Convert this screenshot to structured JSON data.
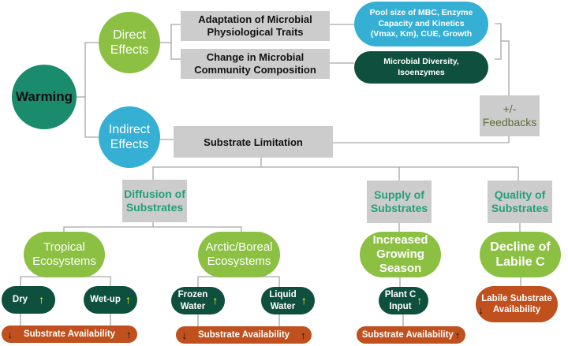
{
  "diagram": {
    "root": {
      "label": "Warming",
      "color": "#1a8b6c"
    },
    "direct_effects": {
      "label_line1": "Direct",
      "label_line2": "Effects",
      "color": "#8cc043",
      "branches": [
        {
          "label_line1": "Adaptation of Microbial",
          "label_line2": "Physiological Traits",
          "detail": {
            "line1": "Pool size of MBC, Enzyme",
            "line2": "Capacity and Kinetics",
            "line3": "(Vmax, Km), CUE, Growth",
            "color": "#35afd3"
          }
        },
        {
          "label_line1": "Change in Microbial",
          "label_line2": "Community Composition",
          "detail": {
            "line1": "Microbial Diversity,",
            "line2": "Isoenzymes",
            "color": "#0f4f3e"
          }
        }
      ]
    },
    "feedbacks": {
      "line1": "+/-",
      "line2": "Feedbacks"
    },
    "indirect_effects": {
      "label_line1": "Indirect",
      "label_line2": "Effects",
      "color": "#35afd3",
      "substrate_limitation": "Substrate Limitation",
      "categories": [
        {
          "label_line1": "Diffusion of",
          "label_line2": "Substrates",
          "ecosystems": [
            {
              "label_line1": "Tropical",
              "label_line2": "Ecosystems",
              "conditions": [
                {
                  "label": "Dry",
                  "arrow": "↑"
                },
                {
                  "label": "Wet-up",
                  "arrow": "↑"
                }
              ],
              "availability": {
                "left_arrow": "↓",
                "label": "Substrate Availability",
                "right_arrow": "↑"
              }
            },
            {
              "label_line1": "Arctic/Boreal",
              "label_line2": "Ecosystems",
              "conditions": [
                {
                  "label_line1": "Frozen",
                  "label_line2": "Water",
                  "arrow": "↑"
                },
                {
                  "label_line1": "Liquid",
                  "label_line2": "Water",
                  "arrow": "↑"
                }
              ],
              "availability": {
                "left_arrow": "↓",
                "label": "Substrate Availability",
                "right_arrow": "↑"
              }
            }
          ]
        },
        {
          "label_line1": "Supply of",
          "label_line2": "Substrates",
          "driver": {
            "line1": "Increased",
            "line2": "Growing",
            "line3": "Season"
          },
          "input": {
            "line1": "Plant C",
            "line2": "Input",
            "arrow": "↑"
          },
          "availability": {
            "label": "Substrate Availability",
            "right_arrow": "↑"
          }
        },
        {
          "label_line1": "Quality of",
          "label_line2": "Substrates",
          "driver": {
            "line1": "Decline of",
            "line2": "Labile C"
          },
          "availability": {
            "line1": "Labile Substrate",
            "line2": "Availability",
            "left_arrow": "↓"
          }
        }
      ]
    }
  }
}
